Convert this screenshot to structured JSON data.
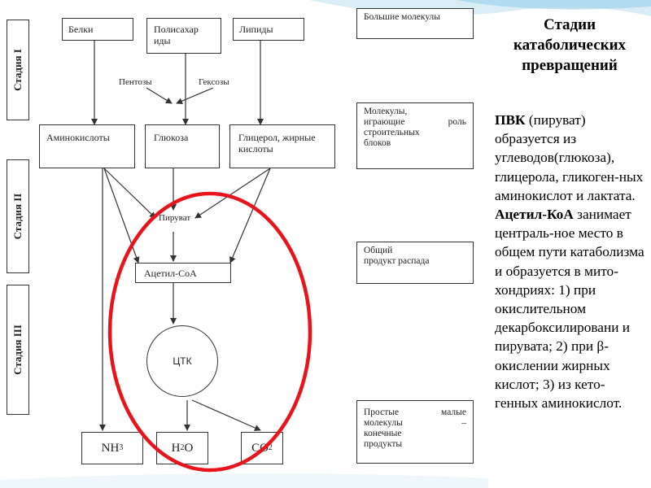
{
  "stages": [
    "Стадия I",
    "Стадия II",
    "Стадия III"
  ],
  "boxes": {
    "proteins": "Белки",
    "polysaccharides": "Полисахар иды",
    "lipids": "Липиды",
    "amino_acids": "Аминокислоты",
    "glucose": "Глюкоза",
    "glycerol": "Глицерол, жирные кислоты",
    "acetyl_coa": "Ацетил-СоА",
    "tca": "ЦТК",
    "nh3": "NH",
    "nh3_sub": "3",
    "h2o_pre": "H",
    "h2o_sub": "2",
    "h2o_post": "O",
    "co2": "CO",
    "co2_sub": "2"
  },
  "labels": {
    "pentoses": "Пентозы",
    "hexoses": "Гексозы",
    "pyruvate": "Пируват"
  },
  "descriptions": {
    "big_molecules": "Большие молекулы",
    "building_blocks": [
      "Молекулы,",
      "играющие роль",
      "строительных",
      "блоков"
    ],
    "common_product": [
      "Общий",
      "продукт распада"
    ],
    "simple_molecules": [
      "Простые малые",
      "молекулы –",
      "конечные",
      "продукты"
    ]
  },
  "title": [
    "Стадии",
    "катаболических",
    "превращений"
  ],
  "text": {
    "pvk_term": "ПВК",
    "pvk_rest": " (пируват) образуется из углеводов(глюкоза), глицерола, гликоген-ных аминокислот и лактата.",
    "acetyl_term": "Ацетил-КоА",
    "acetyl_rest": " занимает централь-ное место в общем пути катаболизма и образуется в мито-хондриях: 1) при окислительном декарбоксилировани и пирувата; 2) при β-окислении жирных кислот; 3) из кето-генных аминокислот."
  },
  "colors": {
    "highlight_ellipse": "#e8141c",
    "line": "#333333",
    "deco": "#9fd3ea"
  }
}
